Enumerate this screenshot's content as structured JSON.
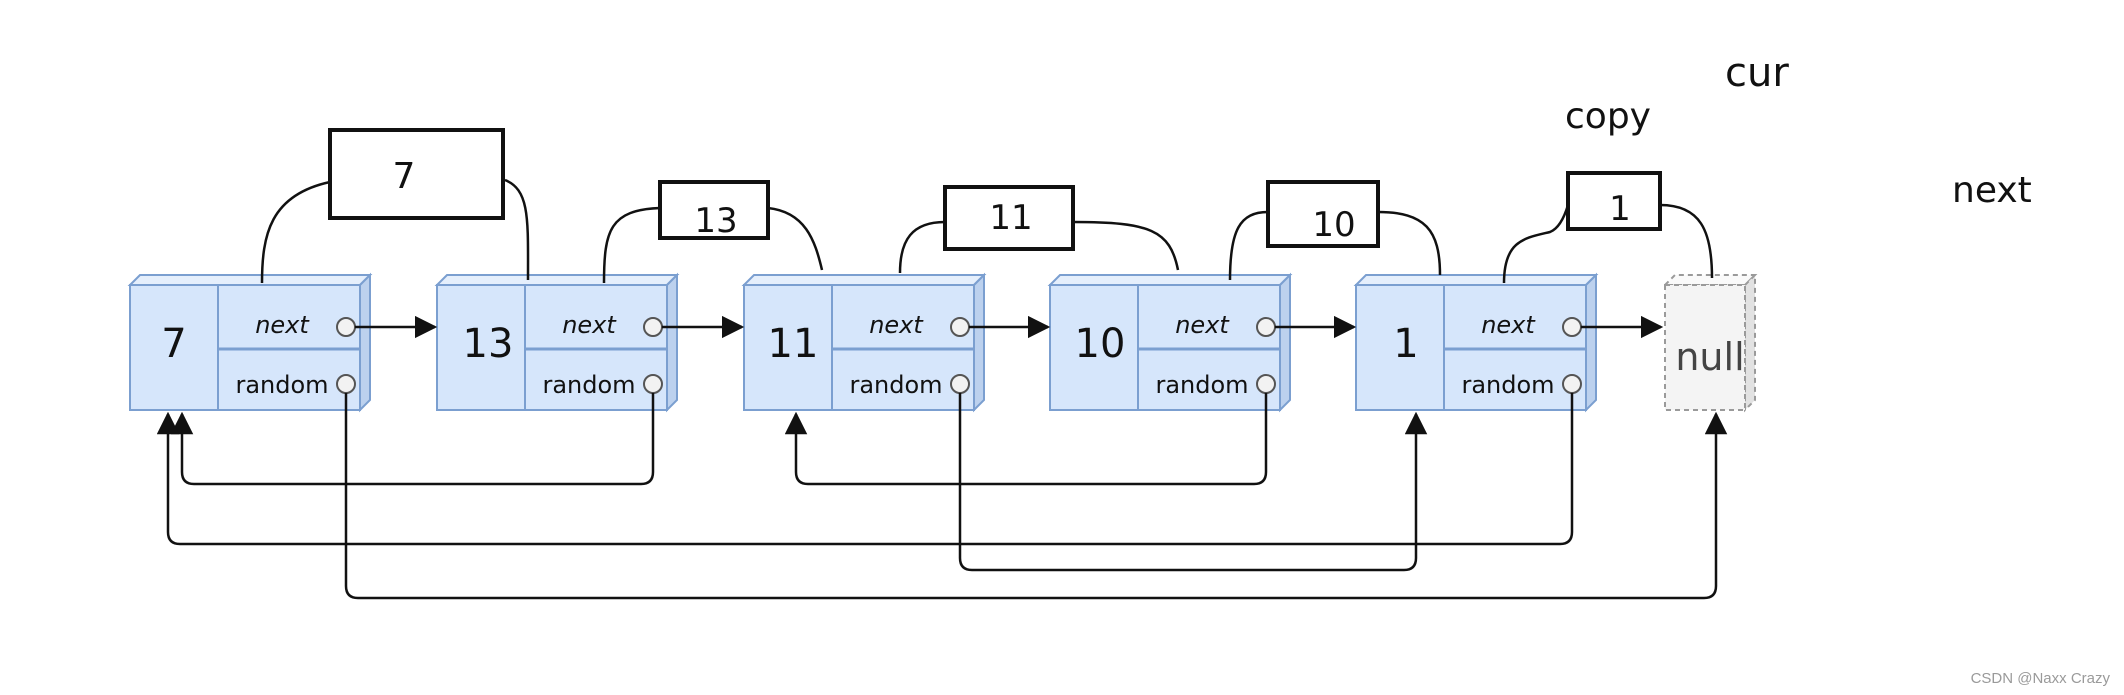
{
  "nodes": [
    {
      "val": "7",
      "next_label": "next",
      "random_label": "random"
    },
    {
      "val": "13",
      "next_label": "next",
      "random_label": "random"
    },
    {
      "val": "11",
      "next_label": "next",
      "random_label": "random"
    },
    {
      "val": "10",
      "next_label": "next",
      "random_label": "random"
    },
    {
      "val": "1",
      "next_label": "next",
      "random_label": "random"
    }
  ],
  "null_node": {
    "label": "null"
  },
  "copies": [
    "7",
    "13",
    "11",
    "10",
    "1"
  ],
  "pointer_labels": {
    "cur": "cur",
    "copy": "copy",
    "next": "next"
  },
  "watermark": "CSDN @Naxx Crazy",
  "colors": {
    "node_fill": "#d6e6fb",
    "node_stroke": "#7b9fd0",
    "null_fill": "#f4f4f4",
    "line": "#111111"
  }
}
